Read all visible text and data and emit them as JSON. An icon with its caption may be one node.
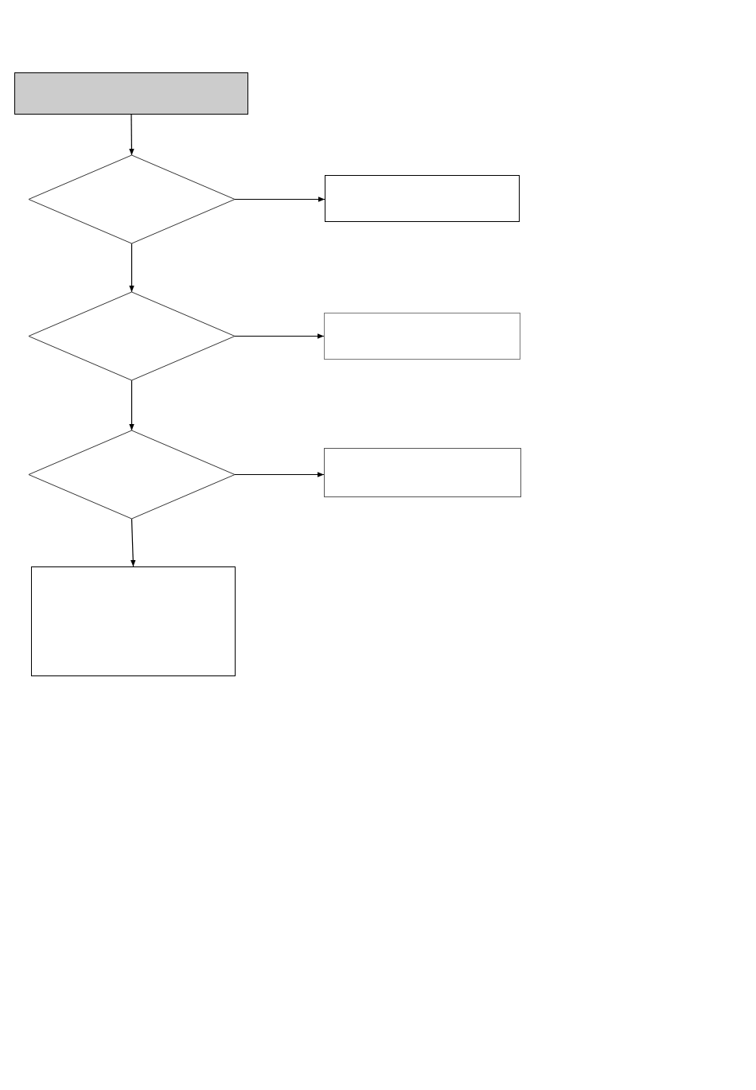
{
  "diagram": {
    "nodes": [
      {
        "text": [],
        "shape": "box"
      },
      {
        "text": [],
        "shape": "diamond"
      },
      {
        "text": [],
        "shape": "box"
      },
      {
        "text": [],
        "shape": "diamond"
      },
      {
        "text": [],
        "shape": "box"
      },
      {
        "text": [],
        "shape": "diamond"
      },
      {
        "text": [],
        "shape": "box"
      },
      {
        "text": [],
        "shape": "box"
      }
    ],
    "edges": [
      {
        "from": 0,
        "to": 1,
        "arrow": "to"
      },
      {
        "from": 1,
        "to": 2,
        "arrow": "to"
      },
      {
        "from": 1,
        "to": 3,
        "arrow": "to"
      },
      {
        "from": 3,
        "to": 4,
        "arrow": "to"
      },
      {
        "from": 3,
        "to": 5,
        "arrow": "to"
      },
      {
        "from": 5,
        "to": 6,
        "arrow": "to"
      },
      {
        "from": 5,
        "to": 7,
        "arrow": "to"
      }
    ]
  }
}
